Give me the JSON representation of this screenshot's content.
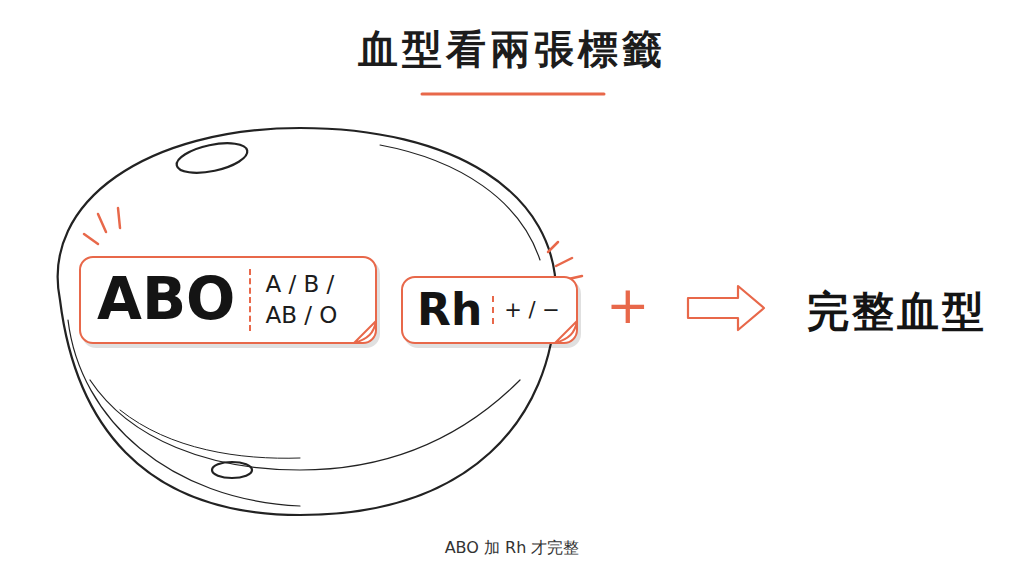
{
  "diagram": {
    "title": "血型看兩張標籤",
    "caption": "ABO 加 Rh 才完整",
    "nodes": [
      {
        "text": [
          "ABO",
          "A / B / AB / O"
        ]
      },
      {
        "text": [
          "Rh",
          "+ / −"
        ]
      }
    ],
    "labels": [
      "+",
      "完整血型"
    ]
  }
}
